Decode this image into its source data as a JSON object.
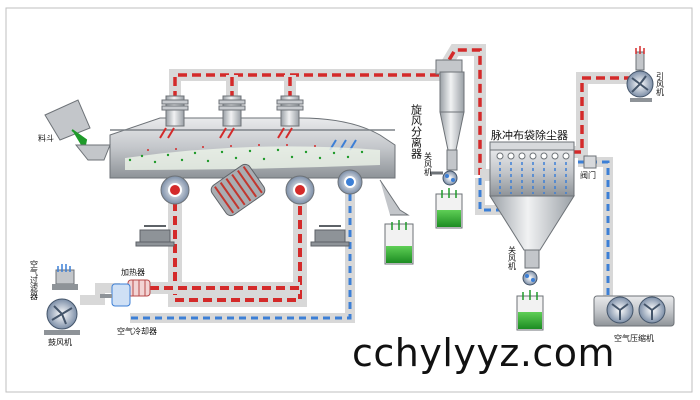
{
  "labels": {
    "feed_hopper": "料斗",
    "cyclone": "旋风分离器",
    "fan_left": "关风机",
    "fan_right": "关风机",
    "bag_filter": "脉冲布袋除尘器",
    "induced_fan": "引风机",
    "valve": "阀门",
    "air_filter": "空气过滤器",
    "blower": "鼓风机",
    "heater": "加热器",
    "air_cooler": "空气冷却器",
    "compressor": "空气压缩机"
  },
  "watermark": "cchylyyz.com",
  "colors": {
    "hot_pipe_dash": "#d42a2a",
    "cold_pipe_dash": "#3c7fd6",
    "pipe_body": "#d8d8d8",
    "machine_body": "#b9bcc0",
    "product_green": "#1f9a2a"
  }
}
